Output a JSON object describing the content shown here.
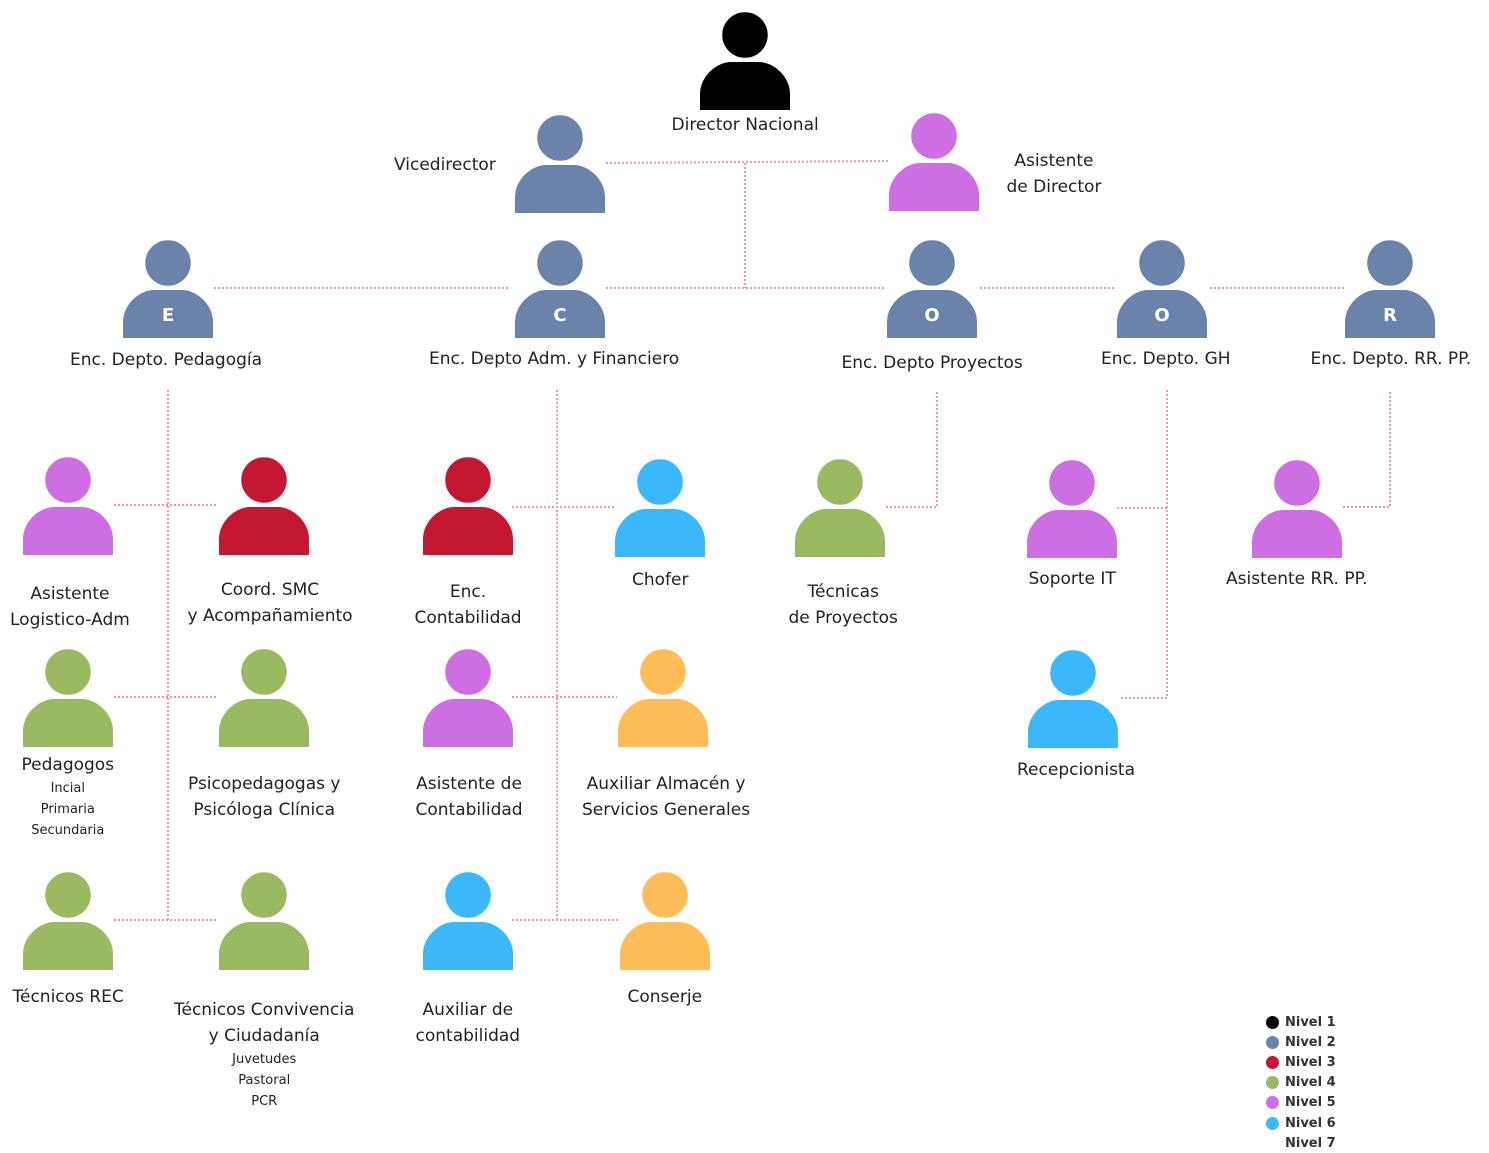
{
  "levels": {
    "1": "#000000",
    "2": "#6b82ab",
    "3": "#c41731",
    "4": "#9bb960",
    "5": "#cd6ee2",
    "6": "#3bb8fc",
    "7": "#ffbd59"
  },
  "connector_color": "#ef9aa0",
  "nodes": [
    {
      "id": "director",
      "label": [
        "Director Nacional"
      ],
      "level": "1",
      "icon": "person-icon"
    },
    {
      "id": "vicedirector",
      "label": [
        "Vicedirector"
      ],
      "level": "2",
      "icon": "person-icon"
    },
    {
      "id": "asistente-director",
      "label": [
        "Asistente",
        "de Director"
      ],
      "level": "5",
      "icon": "person-icon"
    },
    {
      "id": "depto-pedagogia",
      "label": [
        "Enc. Depto. Pedagogía"
      ],
      "level": "2",
      "icon": "person-icon",
      "letter": "E"
    },
    {
      "id": "depto-adm",
      "label": [
        "Enc. Depto Adm. y Financiero"
      ],
      "level": "2",
      "icon": "person-icon",
      "letter": "C"
    },
    {
      "id": "depto-proyectos",
      "label": [
        "Enc. Depto Proyectos"
      ],
      "level": "2",
      "icon": "person-icon",
      "letter": "O"
    },
    {
      "id": "depto-gh",
      "label": [
        "Enc. Depto. GH"
      ],
      "level": "2",
      "icon": "person-icon",
      "letter": "O"
    },
    {
      "id": "depto-rrpp",
      "label": [
        "Enc. Depto. RR. PP."
      ],
      "level": "2",
      "icon": "person-icon",
      "letter": "R"
    },
    {
      "id": "asistente-logistico",
      "label": [
        "Asistente",
        "Logistico-Adm"
      ],
      "level": "5",
      "icon": "person-icon"
    },
    {
      "id": "coord-smc",
      "label": [
        "Coord. SMC",
        "y Acompañamiento"
      ],
      "level": "3",
      "icon": "person-icon"
    },
    {
      "id": "pedagogos",
      "label": [
        "Pedagogos"
      ],
      "sub": [
        "Incial",
        "Primaria",
        "Secundaria"
      ],
      "level": "4",
      "icon": "person-icon"
    },
    {
      "id": "psicopedagogas",
      "label": [
        "Psicopedagogas y",
        "Psicóloga Clínica"
      ],
      "level": "4",
      "icon": "person-icon"
    },
    {
      "id": "tecnicos-rec",
      "label": [
        "Técnicos REC"
      ],
      "level": "4",
      "icon": "person-icon"
    },
    {
      "id": "tecnicos-convivencia",
      "label": [
        "Técnicos Convivencia",
        "y Ciudadanía"
      ],
      "sub": [
        "Juvetudes",
        "Pastoral",
        "PCR"
      ],
      "level": "4",
      "icon": "person-icon"
    },
    {
      "id": "enc-contabilidad",
      "label": [
        "Enc.",
        "Contabilidad"
      ],
      "level": "3",
      "icon": "person-icon"
    },
    {
      "id": "chofer",
      "label": [
        "Chofer"
      ],
      "level": "6",
      "icon": "person-icon"
    },
    {
      "id": "asistente-contabilidad",
      "label": [
        "Asistente de",
        "Contabilidad"
      ],
      "level": "5",
      "icon": "person-icon"
    },
    {
      "id": "auxiliar-almacen",
      "label": [
        "Auxiliar Almacén y",
        "Servicios Generales"
      ],
      "level": "7",
      "icon": "person-icon"
    },
    {
      "id": "auxiliar-contabilidad",
      "label": [
        "Auxiliar de",
        "contabilidad"
      ],
      "level": "6",
      "icon": "person-icon"
    },
    {
      "id": "conserje",
      "label": [
        "Conserje"
      ],
      "level": "7",
      "icon": "person-icon"
    },
    {
      "id": "tecnicas-proyectos",
      "label": [
        "Técnicas",
        "de Proyectos"
      ],
      "level": "4",
      "icon": "person-icon"
    },
    {
      "id": "soporte-it",
      "label": [
        "Soporte IT"
      ],
      "level": "5",
      "icon": "person-icon"
    },
    {
      "id": "recepcionista",
      "label": [
        "Recepcionista"
      ],
      "level": "6",
      "icon": "person-icon"
    },
    {
      "id": "asistente-rrpp",
      "label": [
        "Asistente RR. PP."
      ],
      "level": "5",
      "icon": "person-icon"
    }
  ],
  "legend": [
    {
      "label": "Nivel 1",
      "level": "1"
    },
    {
      "label": "Nivel 2",
      "level": "2"
    },
    {
      "label": "Nivel 3",
      "level": "3"
    },
    {
      "label": "Nivel 4",
      "level": "4"
    },
    {
      "label": "Nivel 5",
      "level": "5"
    },
    {
      "label": "Nivel 6",
      "level": "6"
    },
    {
      "label": "Nivel 7",
      "level": null
    }
  ]
}
